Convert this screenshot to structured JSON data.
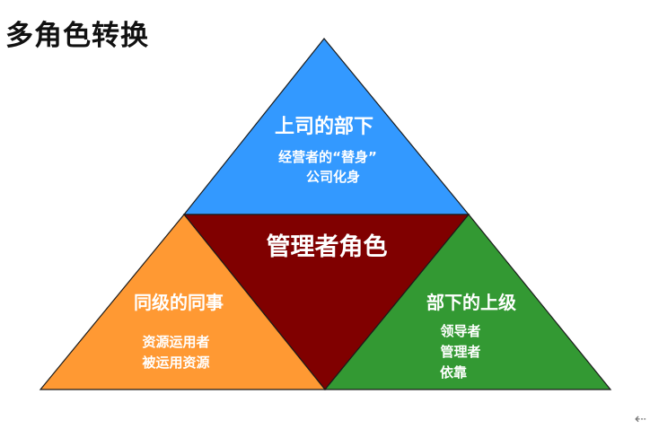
{
  "title": "多角色转换",
  "colors": {
    "top": "#3399ff",
    "center": "#800000",
    "left": "#ff9933",
    "right": "#339933",
    "outline": "#1a1a1a",
    "text": "#ffffff"
  },
  "sections": {
    "top": {
      "heading": "上司的部下",
      "lines": [
        "经营者的“替身”",
        "公司化身"
      ]
    },
    "center": {
      "heading": "管理者角色"
    },
    "left": {
      "heading": "同级的同事",
      "lines": [
        "资源运用者",
        "被运用资源"
      ]
    },
    "right": {
      "heading": "部下的上级",
      "lines": [
        "领导者",
        "管理者",
        "依靠"
      ]
    }
  },
  "corner_icon": "back-arrow-icon",
  "corner_glyph": "⇠"
}
